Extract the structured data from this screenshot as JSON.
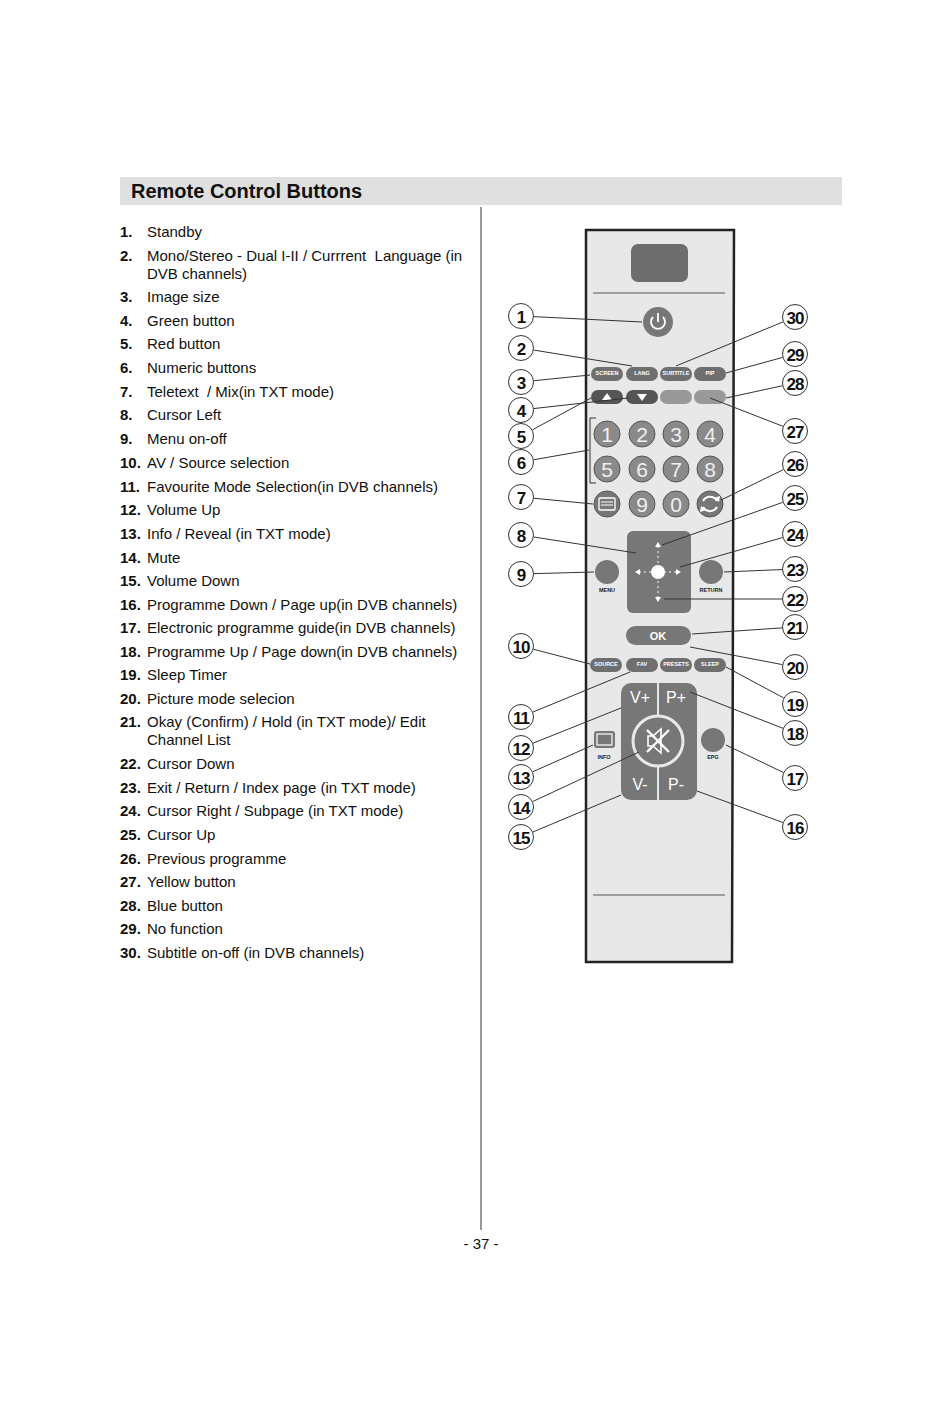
{
  "diagram": {
    "title": "Remote Control Buttons",
    "labels": [
      "1.",
      "Standby",
      "2.",
      "Mono/Stereo - Dual I-II / Currrent  Language (in DVB channels)",
      "3.",
      "Image size",
      "4.",
      "Green button",
      "5.",
      "Red button",
      "6.",
      "Numeric buttons",
      "7.",
      "Teletext  / Mix(in TXT mode)",
      "8.",
      "Cursor Left",
      "9.",
      "Menu on-off",
      "10.",
      "AV / Source selection",
      "11.",
      "Favourite Mode Selection(in DVB channels)",
      "12.",
      "Volume Up",
      "13.",
      "Info / Reveal (in TXT mode)",
      "14.",
      "Mute",
      "15.",
      "Volume Down",
      "16.",
      "Programme Down / Page up(in DVB channels)",
      "17.",
      "Electronic programme guide(in DVB channels)",
      "18.",
      "Programme Up / Page down(in DVB channels)",
      "19.",
      "Sleep Timer",
      "20.",
      "Picture mode selecion",
      "21.",
      "Okay (Confirm) / Hold (in TXT mode)/ Edit Channel List",
      "22.",
      "Cursor Down",
      "23.",
      "Exit / Return / Index page (in TXT mode)",
      "24.",
      "Cursor Right / Subpage (in TXT mode)",
      "25.",
      "Cursor Up",
      "26.",
      "Previous programme",
      "27.",
      "Yellow button",
      "28.",
      "Blue button",
      "29.",
      "No function",
      "30.",
      "Subtitle on-off (in DVB channels)",
      "SCREEN",
      "LANG",
      "SUBTITLE",
      "PIP",
      "1",
      "2",
      "3",
      "4",
      "5",
      "6",
      "7",
      "8",
      "9",
      "0",
      "MENU",
      "RETURN",
      "OK",
      "SOURCE",
      "FAV",
      "PRESETS",
      "SLEEP",
      "V+",
      "P+",
      "V-",
      "P-",
      "INFO",
      "EPG",
      "1",
      "2",
      "3",
      "4",
      "5",
      "6",
      "7",
      "8",
      "9",
      "10",
      "11",
      "12",
      "13",
      "14",
      "15",
      "16",
      "17",
      "18",
      "19",
      "20",
      "21",
      "22",
      "23",
      "24",
      "25",
      "26",
      "27",
      "28",
      "29",
      "30",
      "- 37 -"
    ]
  }
}
